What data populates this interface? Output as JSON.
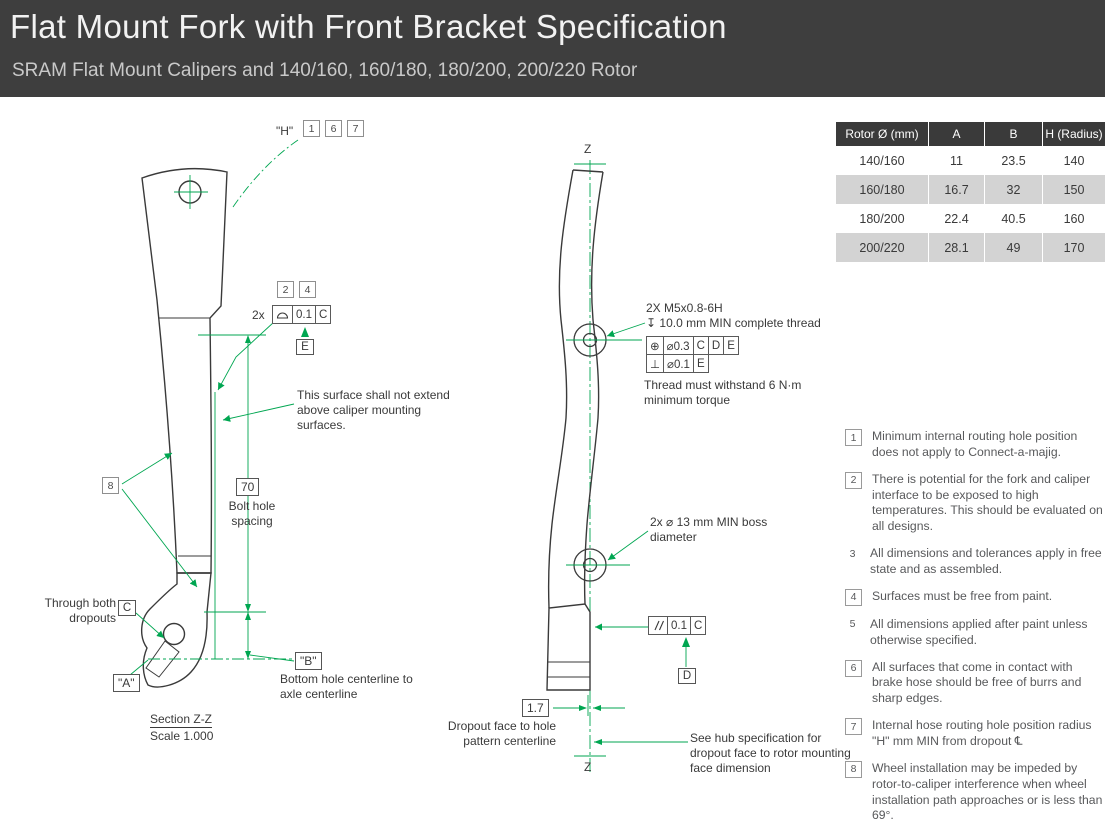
{
  "colors": {
    "accent": "#00A651",
    "ink": "#3A3A3A",
    "header_bg": "#3E3E3E",
    "table_header_bg": "#3A3A3A",
    "row_alt": "#D3D3D3",
    "note_ink": "#58595B"
  },
  "header": {
    "title": "Flat Mount Fork with Front Bracket Specification",
    "subtitle": "SRAM Flat Mount Calipers and 140/160, 160/180, 180/200, 200/220 Rotor"
  },
  "rotor_table": {
    "headers": [
      "Rotor Ø (mm)",
      "A",
      "B",
      "H (Radius)"
    ],
    "rows": [
      [
        "140/160",
        "11",
        "23.5",
        "140"
      ],
      [
        "160/180",
        "16.7",
        "32",
        "150"
      ],
      [
        "180/200",
        "22.4",
        "40.5",
        "160"
      ],
      [
        "200/220",
        "28.1",
        "49",
        "170"
      ]
    ]
  },
  "left_view": {
    "h_label": "\"H\"",
    "top_flags": [
      "1",
      "6",
      "7"
    ],
    "mid_flags": [
      "2",
      "4"
    ],
    "qty_label": "2x",
    "fcf_profile": {
      "tol": "0.1",
      "datum": "C"
    },
    "datum_e": "E",
    "surface_note": "This surface shall not extend above caliper mounting surfaces.",
    "flag_8": "8",
    "dim_bolt_spacing": "70",
    "dim_bolt_spacing_label": "Bolt hole spacing",
    "through_label": "Through both dropouts",
    "datum_c": "C",
    "datum_a": "\"A\"",
    "datum_b": "\"B\"",
    "datum_b_label": "Bottom hole centerline to axle centerline",
    "section_label": "Section Z-Z",
    "scale_label": "Scale 1.000"
  },
  "middle_view": {
    "z_label": "Z",
    "thread_callout_line1": "2X M5x0.8-6H",
    "depth_symbol": "↧",
    "thread_callout_line2": "10.0 mm MIN complete thread",
    "fcf_position": {
      "sym": "⊕",
      "tol": "⌀0.3",
      "datums": [
        "C",
        "D",
        "E"
      ]
    },
    "fcf_perpendicularity": {
      "sym": "⊥",
      "tol": "⌀0.1",
      "datums": [
        "E"
      ]
    },
    "torque_note": "Thread must withstand 6 N·m minimum torque",
    "boss_note": "2x ⌀ 13 mm MIN boss diameter",
    "fcf_parallelism": {
      "tol": "0.1",
      "datum": "C"
    },
    "datum_d": "D",
    "dim_dropout": "1.7",
    "dim_dropout_label": "Dropout face to hole pattern centerline",
    "hub_note": "See hub specification for dropout face to rotor mounting face dimension"
  },
  "notes": [
    {
      "num": "1",
      "boxed": true,
      "text": "Minimum internal routing hole position does not apply to Connect-a-majig."
    },
    {
      "num": "2",
      "boxed": true,
      "text": "There is potential for the fork and caliper interface to be exposed to high temperatures. This should be evaluated on all designs."
    },
    {
      "num": "3",
      "boxed": false,
      "text": "All dimensions and tolerances apply in free state and as assembled."
    },
    {
      "num": "4",
      "boxed": true,
      "text": "Surfaces must be free from paint."
    },
    {
      "num": "5",
      "boxed": false,
      "text": "All dimensions applied after paint unless otherwise specified."
    },
    {
      "num": "6",
      "boxed": true,
      "text": "All surfaces that come in contact with brake hose should be free of burrs and sharp edges."
    },
    {
      "num": "7",
      "boxed": true,
      "text": "Internal hose routing hole position radius \"H\" mm MIN from dropout ℄"
    },
    {
      "num": "8",
      "boxed": true,
      "text": "Wheel installation may be impeded by rotor-to-caliper interference when wheel installation path approaches or is less than 69°."
    }
  ]
}
